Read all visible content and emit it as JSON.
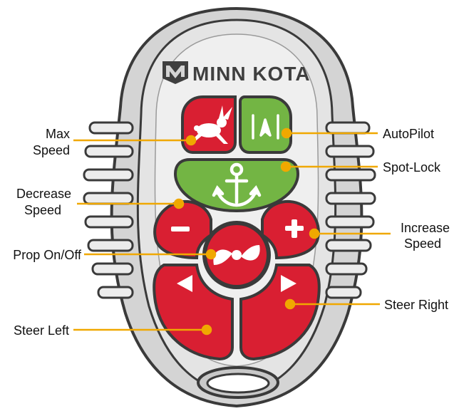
{
  "remote": {
    "brand": "MINN KOTA",
    "colors": {
      "red": "#d91f32",
      "green": "#73b544",
      "body_gray": "#d4d4d4",
      "outline": "#3a3a3a",
      "leader": "#f0a800"
    }
  },
  "labels": {
    "max_speed": [
      "Max",
      "Speed"
    ],
    "autopilot": "AutoPilot",
    "spot_lock": "Spot-Lock",
    "decrease_speed": [
      "Decrease",
      "Speed"
    ],
    "increase_speed": [
      "Increase",
      "Speed"
    ],
    "prop_on_off": "Prop On/Off",
    "steer_left": "Steer Left",
    "steer_right": "Steer Right"
  },
  "buttons": [
    {
      "id": "max-speed",
      "icon": "rabbit-icon",
      "color": "red"
    },
    {
      "id": "autopilot",
      "icon": "autopilot-arrow-icon",
      "color": "green"
    },
    {
      "id": "spot-lock",
      "icon": "anchor-icon",
      "color": "green"
    },
    {
      "id": "decrease-speed",
      "icon": "minus-icon",
      "color": "red"
    },
    {
      "id": "increase-speed",
      "icon": "plus-icon",
      "color": "red"
    },
    {
      "id": "prop-on-off",
      "icon": "propeller-icon",
      "color": "red"
    },
    {
      "id": "steer-left",
      "icon": "triangle-left-icon",
      "color": "red"
    },
    {
      "id": "steer-right",
      "icon": "triangle-right-icon",
      "color": "red"
    }
  ]
}
